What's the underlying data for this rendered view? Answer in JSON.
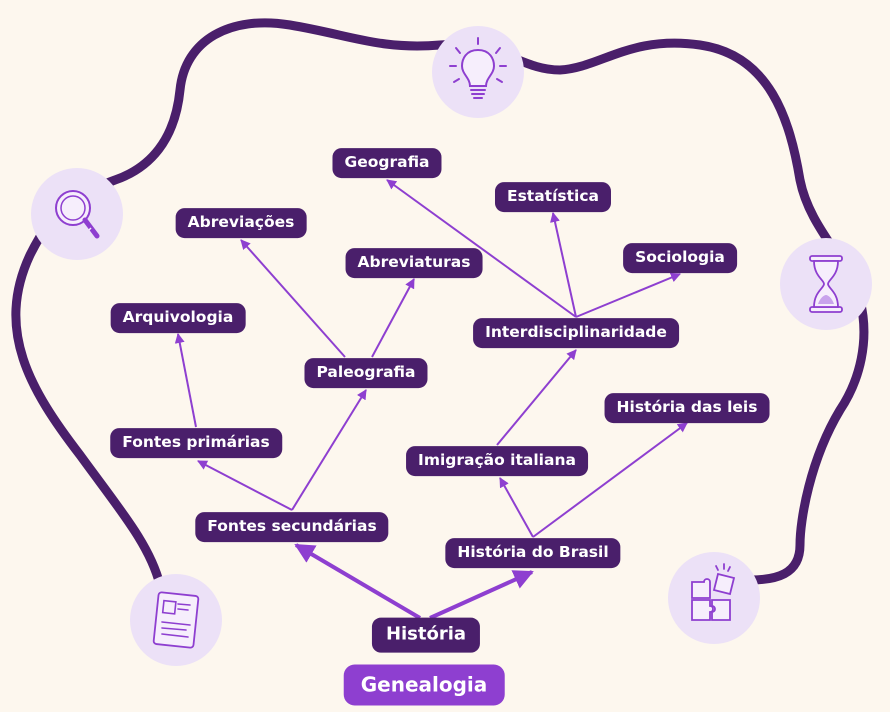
{
  "diagram": {
    "base_label": "Genealogia",
    "root_label": "História",
    "nodes": {
      "fontes_secundarias": "Fontes secundárias",
      "historia_brasil": "História do Brasil",
      "fontes_primarias": "Fontes primárias",
      "paleografia": "Paleografia",
      "imigracao_italiana": "Imigração italiana",
      "historia_leis": "História das leis",
      "arquivologia": "Arquivologia",
      "abreviacoes": "Abreviações",
      "abreviaturas": "Abreviaturas",
      "interdisciplinaridade": "Interdisciplinaridade",
      "geografia": "Geografia",
      "estatistica": "Estatística",
      "sociologia": "Sociologia"
    },
    "edges": [
      [
        "root",
        "fontes_secundarias"
      ],
      [
        "root",
        "historia_brasil"
      ],
      [
        "fontes_secundarias",
        "fontes_primarias"
      ],
      [
        "fontes_secundarias",
        "paleografia"
      ],
      [
        "fontes_primarias",
        "arquivologia"
      ],
      [
        "paleografia",
        "abreviacoes"
      ],
      [
        "paleografia",
        "abreviaturas"
      ],
      [
        "historia_brasil",
        "imigracao_italiana"
      ],
      [
        "historia_brasil",
        "historia_leis"
      ],
      [
        "imigracao_italiana",
        "interdisciplinaridade"
      ],
      [
        "interdisciplinaridade",
        "geografia"
      ],
      [
        "interdisciplinaridade",
        "estatistica"
      ],
      [
        "interdisciplinaridade",
        "sociologia"
      ]
    ],
    "icons": [
      "magnifier-icon",
      "lightbulb-icon",
      "hourglass-icon",
      "puzzle-icon",
      "document-icon"
    ],
    "colors": {
      "node": "#4a1f6b",
      "base": "#8e3fd0",
      "arrow": "#8e3fd0",
      "border": "#4a1f6b",
      "icon_bg": "#ece1f7",
      "icon_line": "#8e3fd0",
      "background": "#fdf7ee"
    }
  }
}
